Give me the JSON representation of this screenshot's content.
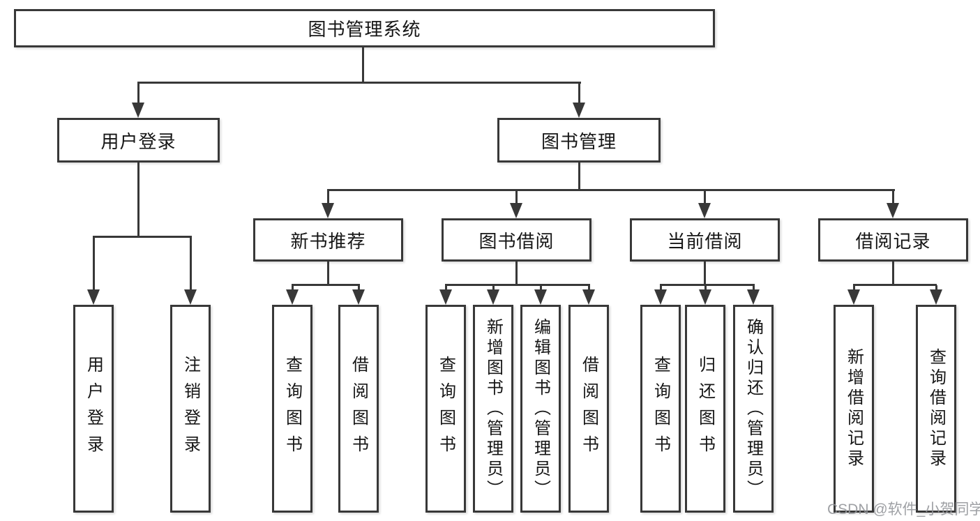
{
  "diagram_title": "图书管理系统",
  "tree": {
    "label": "图书管理系统",
    "children": [
      {
        "label": "用户登录",
        "children": [
          {
            "label": "用户登录"
          },
          {
            "label": "注销登录"
          }
        ]
      },
      {
        "label": "图书管理",
        "children": [
          {
            "label": "新书推荐",
            "children": [
              {
                "label": "查询图书"
              },
              {
                "label": "借阅图书"
              }
            ]
          },
          {
            "label": "图书借阅",
            "children": [
              {
                "label": "查询图书"
              },
              {
                "label": "新增图书（管理员）"
              },
              {
                "label": "编辑图书（管理员）"
              },
              {
                "label": "借阅图书"
              }
            ]
          },
          {
            "label": "当前借阅",
            "children": [
              {
                "label": "查询图书"
              },
              {
                "label": "归还图书"
              },
              {
                "label": "确认归还（管理员）"
              }
            ]
          },
          {
            "label": "借阅记录",
            "children": [
              {
                "label": "新增借阅记录"
              },
              {
                "label": "查询借阅记录"
              }
            ]
          }
        ]
      }
    ]
  },
  "watermark": {
    "text": "CSDN @软件_小贺同学"
  },
  "colors": {
    "line": "#383838",
    "box_border": "#383838",
    "box_background": "#ffffff",
    "text": "#161616",
    "watermark": "#94969a",
    "background": "#ffffff"
  }
}
